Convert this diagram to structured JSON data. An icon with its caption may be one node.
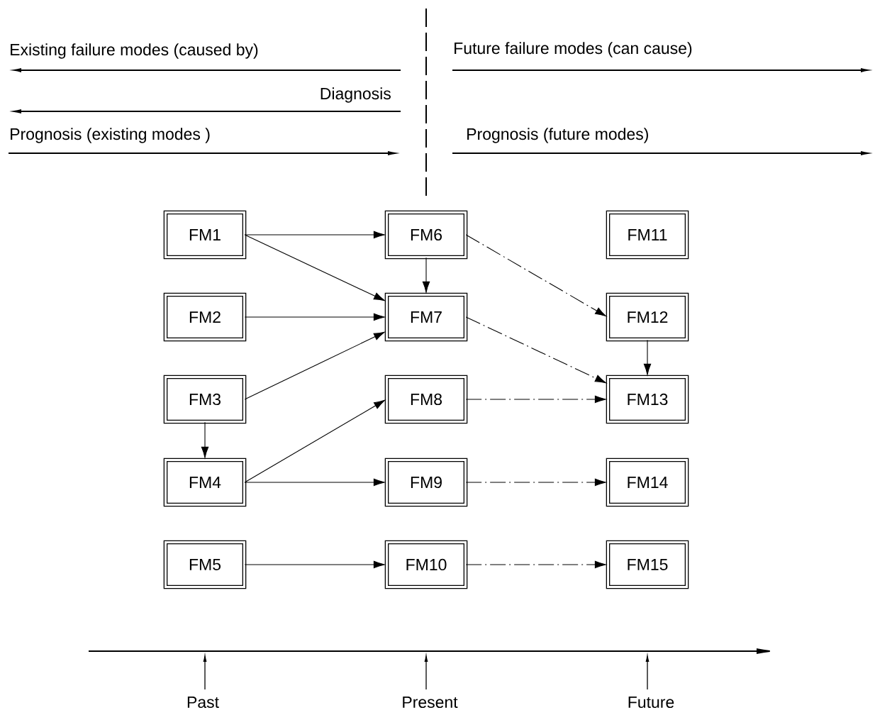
{
  "diagram": {
    "nodes": [
      {
        "text": [
          "FM1"
        ]
      },
      {
        "text": [
          "FM2"
        ]
      },
      {
        "text": [
          "FM3"
        ]
      },
      {
        "text": [
          "FM4"
        ]
      },
      {
        "text": [
          "FM5"
        ]
      },
      {
        "text": [
          "FM6"
        ]
      },
      {
        "text": [
          "FM7"
        ]
      },
      {
        "text": [
          "FM8"
        ]
      },
      {
        "text": [
          "FM9"
        ]
      },
      {
        "text": [
          "FM10"
        ]
      },
      {
        "text": [
          "FM11"
        ]
      },
      {
        "text": [
          "FM12"
        ]
      },
      {
        "text": [
          "FM13"
        ]
      },
      {
        "text": [
          "FM14"
        ]
      },
      {
        "text": [
          "FM15"
        ]
      }
    ],
    "edges": [
      {
        "from": 0,
        "to": 5,
        "arrow": "to"
      },
      {
        "from": 0,
        "to": 6,
        "arrow": "to"
      },
      {
        "from": 5,
        "to": 6,
        "arrow": "to"
      },
      {
        "from": 1,
        "to": 6,
        "arrow": "to"
      },
      {
        "from": 2,
        "to": 6,
        "arrow": "to"
      },
      {
        "from": 2,
        "to": 3,
        "arrow": "to"
      },
      {
        "from": 3,
        "to": 7,
        "arrow": "to"
      },
      {
        "from": 3,
        "to": 8,
        "arrow": "to"
      },
      {
        "from": 4,
        "to": 9,
        "arrow": "to"
      },
      {
        "from": 5,
        "to": 11,
        "arrow": "to",
        "style": "dashed"
      },
      {
        "from": 6,
        "to": 12,
        "arrow": "to",
        "style": "dashed"
      },
      {
        "from": 11,
        "to": 12,
        "arrow": "to"
      },
      {
        "from": 7,
        "to": 12,
        "arrow": "to",
        "style": "dashed"
      },
      {
        "from": 8,
        "to": 13,
        "arrow": "to",
        "style": "dashed"
      },
      {
        "from": 9,
        "to": 14,
        "arrow": "to",
        "style": "dashed"
      }
    ],
    "labels": [
      "Existing failure modes (caused by)",
      "Future failure modes (can cause)",
      "Diagnosis",
      "Prognosis (existing modes )",
      "Prognosis (future modes)",
      "Past",
      "Present",
      "Future"
    ]
  }
}
